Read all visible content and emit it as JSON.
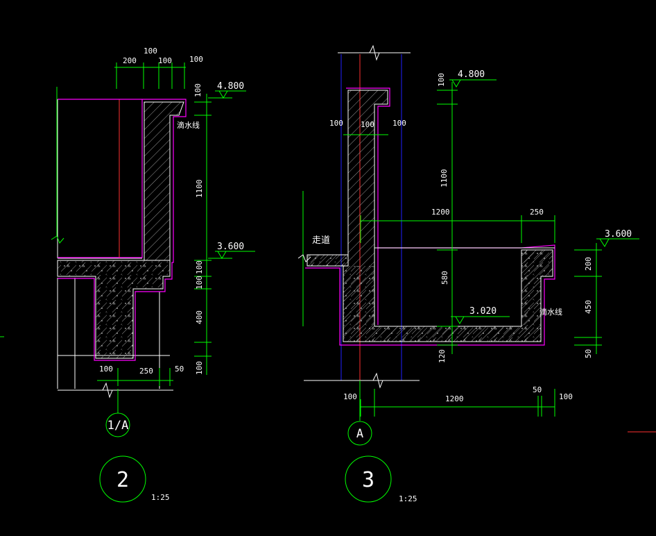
{
  "detail2": {
    "dims_top": [
      "100",
      "200",
      "100",
      "100"
    ],
    "dims_left_vertical": [
      "100",
      "1100",
      "100",
      "100",
      "400",
      "100"
    ],
    "dims_bottom": [
      "100",
      "250",
      "50"
    ],
    "level_top": "4.800",
    "level_mid": "3.600",
    "drip_line": "滴水线",
    "axis": "1/A",
    "number": "2",
    "scale": "1:25"
  },
  "detail3": {
    "dims_top": [
      "100",
      "100",
      "100"
    ],
    "dims_vertical_right": [
      "100",
      "1100",
      "580",
      "120"
    ],
    "dim_1200_upper": "1200",
    "dim_250": "250",
    "dims_far_right": [
      "200",
      "450",
      "50"
    ],
    "dims_bottom": [
      "100",
      "1200",
      "50",
      "100"
    ],
    "level_top": "4.800",
    "level_right": "3.600",
    "level_inner": "3.020",
    "corridor": "走道",
    "drip_line": "滴水线",
    "axis": "A",
    "number": "3",
    "scale": "1:25"
  },
  "colors": {
    "background": "#000000",
    "dimension": "#00ff00",
    "outline": "#ff00ff",
    "axis_blue": "#2020ff",
    "axis_red": "#ff3030",
    "text": "#ffffff"
  }
}
